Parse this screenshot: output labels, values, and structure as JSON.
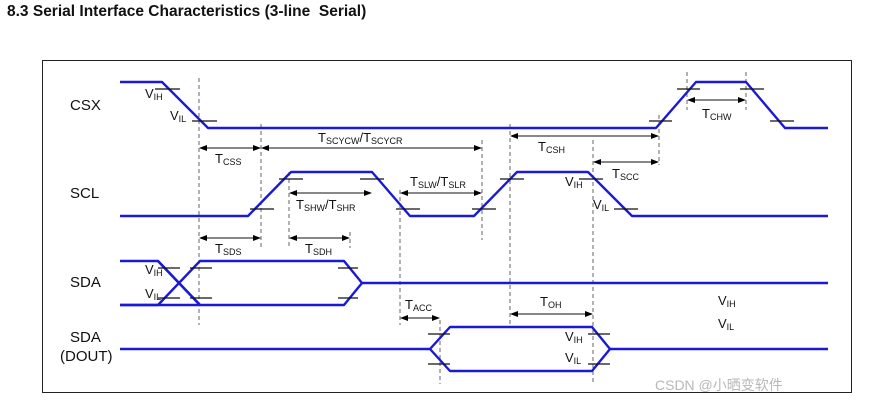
{
  "title": "8.3 Serial Interface Characteristics (3-line  Serial)",
  "signals": {
    "csx": "CSX",
    "scl": "SCL",
    "sda": "SDA",
    "sda_dout_1": "SDA",
    "sda_dout_2": "(DOUT)"
  },
  "levels": {
    "vih": {
      "main": "V",
      "sub": "IH"
    },
    "vil": {
      "main": "V",
      "sub": "IL"
    }
  },
  "timing": {
    "tcss": {
      "main": "T",
      "sub": "CSS"
    },
    "tscycw": {
      "main": "T",
      "sub": "SCYCW"
    },
    "tscycr": {
      "main": "T",
      "sub": "SCYCR"
    },
    "slash": "/",
    "tcsh": {
      "main": "T",
      "sub": "CSH"
    },
    "tchw": {
      "main": "T",
      "sub": "CHW"
    },
    "tshw": {
      "main": "T",
      "sub": "SHW"
    },
    "tshr": {
      "main": "T",
      "sub": "SHR"
    },
    "tslw": {
      "main": "T",
      "sub": "SLW"
    },
    "tslr": {
      "main": "T",
      "sub": "SLR"
    },
    "tscc": {
      "main": "T",
      "sub": "SCC"
    },
    "tsds": {
      "main": "T",
      "sub": "SDS"
    },
    "tsdh": {
      "main": "T",
      "sub": "SDH"
    },
    "tacc": {
      "main": "T",
      "sub": "ACC"
    },
    "toh": {
      "main": "T",
      "sub": "OH"
    }
  },
  "watermark": "CSDN @小晒变软件",
  "colors": {
    "wave": "#1a1ad6",
    "frame": "#222222"
  }
}
